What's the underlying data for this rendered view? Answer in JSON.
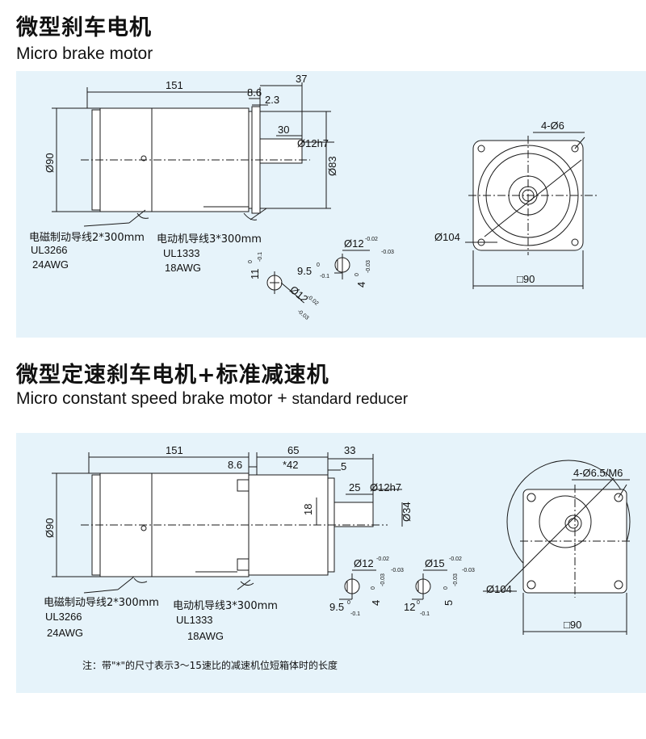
{
  "section1": {
    "title_cn": "微型刹车电机",
    "title_en": "Micro brake motor",
    "dims": {
      "length": "151",
      "d37": "37",
      "d8_6": "8.6",
      "d2_3": "2.3",
      "d30": "30",
      "shaft": "Ø12h7",
      "flange": "Ø83",
      "body": "Ø90",
      "holes": "4-Ø6",
      "pcd": "Ø104",
      "square": "□90",
      "key_d": "Ø12",
      "key_d_tol_up": "-0.02",
      "key_d_tol_lo": "-0.03",
      "key_w": "4",
      "key_w_tol_up": "0",
      "key_w_tol_lo": "-0.03",
      "key_h": "9.5",
      "key_h_tol_up": "0",
      "key_h_tol_lo": "-0.1",
      "key2_h": "11",
      "key2_h_tol_up": "0",
      "key2_h_tol_lo": "-0.1",
      "key2_d": "Ø12",
      "key2_d_tol_up": "-0.02",
      "key2_d_tol_lo": "-0.03"
    },
    "brake_wire": [
      "电磁制动导线2*300mm",
      "UL3266",
      "24AWG"
    ],
    "motor_wire": [
      "电动机导线3*300mm",
      "UL1333",
      "18AWG"
    ]
  },
  "section2": {
    "title_cn": "微型定速刹车电机+标准减速机",
    "title_en_a": "Micro constant speed brake motor",
    "title_en_plus": "+",
    "title_en_b": "standard reducer",
    "dims": {
      "length": "151",
      "d8_6": "8.6",
      "d65": "65",
      "d42": "*42",
      "d33": "33",
      "d5": "5",
      "d25": "25",
      "shaft": "Ø12h7",
      "d18": "18",
      "d34": "Ø34",
      "body": "Ø90",
      "holes": "4-Ø6.5/M6",
      "pcd": "Ø104",
      "square": "□90",
      "ka_d": "Ø12",
      "ka_d_tol_up": "-0.02",
      "ka_d_tol_lo": "-0.03",
      "ka_w": "4",
      "ka_w_tol_up": "0",
      "ka_w_tol_lo": "-0.03",
      "ka_h": "9.5",
      "ka_h_tol_up": "0",
      "ka_h_tol_lo": "-0.1",
      "kb_d": "Ø15",
      "kb_d_tol_up": "-0.02",
      "kb_d_tol_lo": "-0.03",
      "kb_w": "5",
      "kb_w_tol_up": "0",
      "kb_w_tol_lo": "-0.03",
      "kb_h": "12",
      "kb_h_tol_up": "0",
      "kb_h_tol_lo": "-0.1"
    },
    "brake_wire": [
      "电磁制动导线2*300mm",
      "UL3266",
      "24AWG"
    ],
    "motor_wire": [
      "电动机导线3*300mm",
      "UL1333",
      "18AWG"
    ],
    "note": "注：带\"*\"的尺寸表示3～15速比的减速机位短箱体时的长度"
  },
  "colors": {
    "panel_bg": "#e6f3fa",
    "line": "#1a1a1a",
    "body_fill": "#ffffff"
  }
}
